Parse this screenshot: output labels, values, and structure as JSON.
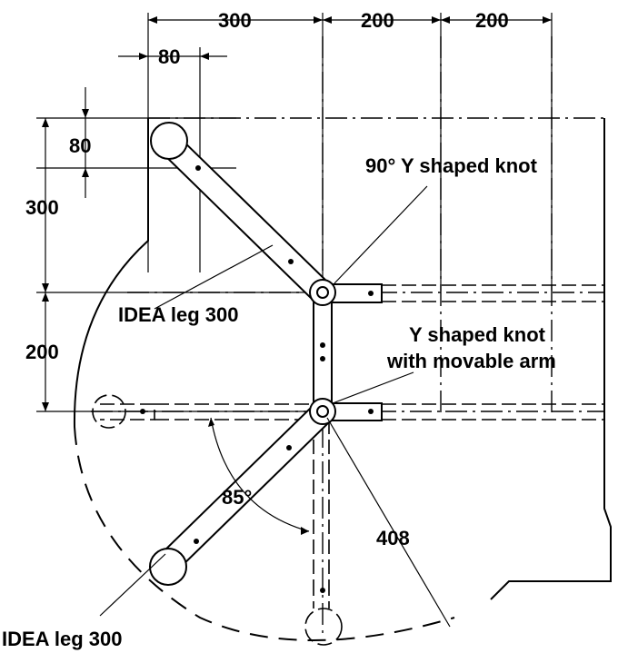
{
  "dimensions": {
    "top_300": "300",
    "top_200_a": "200",
    "top_200_b": "200",
    "top_80": "80",
    "left_80": "80",
    "left_300": "300",
    "left_200": "200",
    "angle_85": "85°",
    "radius_408": "408"
  },
  "labels": {
    "knot_90": "90° Y shaped knot",
    "knot_movable_line1": "Y shaped knot",
    "knot_movable_line2": "with movable arm",
    "leg_upper": "IDEA leg 300",
    "leg_lower": "IDEA leg 300"
  }
}
